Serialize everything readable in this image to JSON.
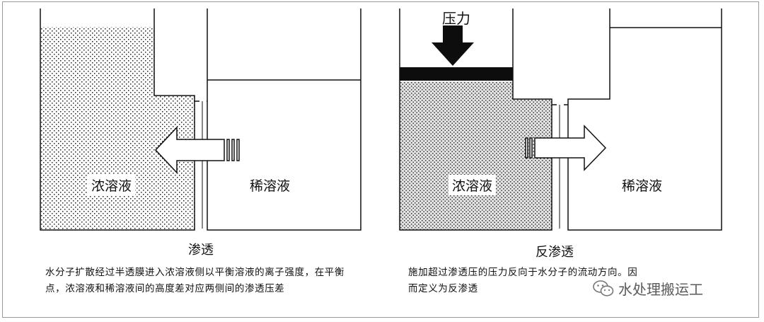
{
  "left_panel": {
    "conc_label": "浓溶液",
    "dilute_label": "稀溶液",
    "caption": "渗透",
    "description": "水分子扩散经过半透膜进入浓溶液侧以平衡溶液的离子强度，在平衡点，浓溶液和稀溶液间的高度差对应两侧间的渗透压差"
  },
  "right_panel": {
    "pressure_label": "压力",
    "conc_label": "浓溶液",
    "dilute_label": "稀溶液",
    "caption": "反渗透",
    "description": "施加超过渗透压的压力反向于水分子的流动方向。因而定义为反渗透"
  },
  "watermark": {
    "icon": "wechat-icon",
    "text": "水处理搬运工"
  }
}
